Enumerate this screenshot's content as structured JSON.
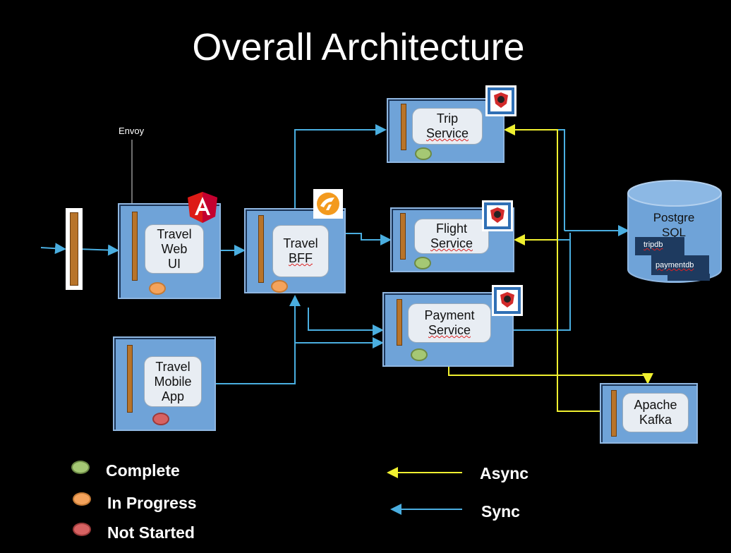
{
  "title": "Overall Architecture",
  "envoy_label": "Envoy",
  "services": {
    "travel_web_ui": [
      "Travel",
      "Web",
      "UI"
    ],
    "travel_bff": [
      "Travel",
      "BFF"
    ],
    "travel_mobile_app": [
      "Travel",
      "Mobile",
      "App"
    ],
    "trip_service": [
      "Trip",
      "Service"
    ],
    "flight_service": [
      "Flight",
      "Service"
    ],
    "payment_service": [
      "Payment",
      "Service"
    ],
    "apache_kafka": [
      "Apache",
      "Kafka"
    ]
  },
  "database": {
    "name_line1": "Postgre",
    "name_line2": "SQL",
    "tables": [
      "tripdb",
      "paymentdb"
    ]
  },
  "legend": {
    "complete": "Complete",
    "in_progress": "In Progress",
    "not_started": "Not Started",
    "async": "Async",
    "sync": "Sync"
  },
  "colors": {
    "background": "#000000",
    "box": "#6fa3d8",
    "sync_arrow": "#4aaee0",
    "async_arrow": "#f0f030",
    "complete": "#a5c874",
    "in_progress": "#f4a35c",
    "not_started": "#d76262"
  },
  "icons": [
    "angular-logo-icon",
    "istio-bff-logo-icon",
    "openshift-logo-icon"
  ]
}
